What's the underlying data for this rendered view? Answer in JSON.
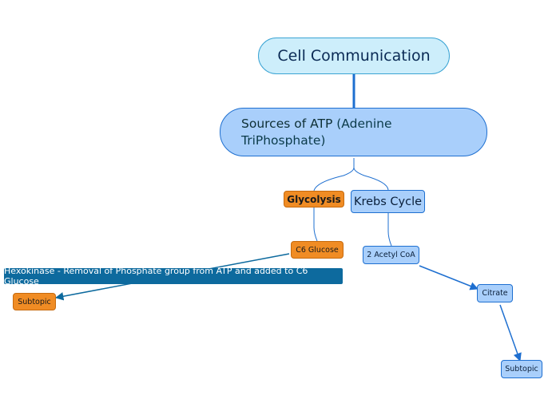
{
  "root": {
    "title": "Cell Communication"
  },
  "main": {
    "title_bold": "Sources of ATP",
    "title_rest": " (Adenine TriPhosphate)"
  },
  "glycolysis": {
    "label": "Glycolysis"
  },
  "krebs": {
    "label": "Krebs Cycle"
  },
  "c6_glucose": {
    "label": "C6 Glucose"
  },
  "acetyl_coa": {
    "label": "2 Acetyl CoA"
  },
  "citrate": {
    "label": "Citrate"
  },
  "subtopic_blue": {
    "label": "Subtopic"
  },
  "subtopic_orange": {
    "label": "Subtopic"
  },
  "relationship": {
    "label": "Hexokinase - Removal of Phosphate group from ATP and added to C6 Glucose"
  },
  "colors": {
    "root_fill": "#cdeefb",
    "main_fill": "#a9cffb",
    "orange_fill": "#f08c24",
    "connector_blue": "#1e6fd0",
    "relationship_fill": "#0d6a9e"
  }
}
